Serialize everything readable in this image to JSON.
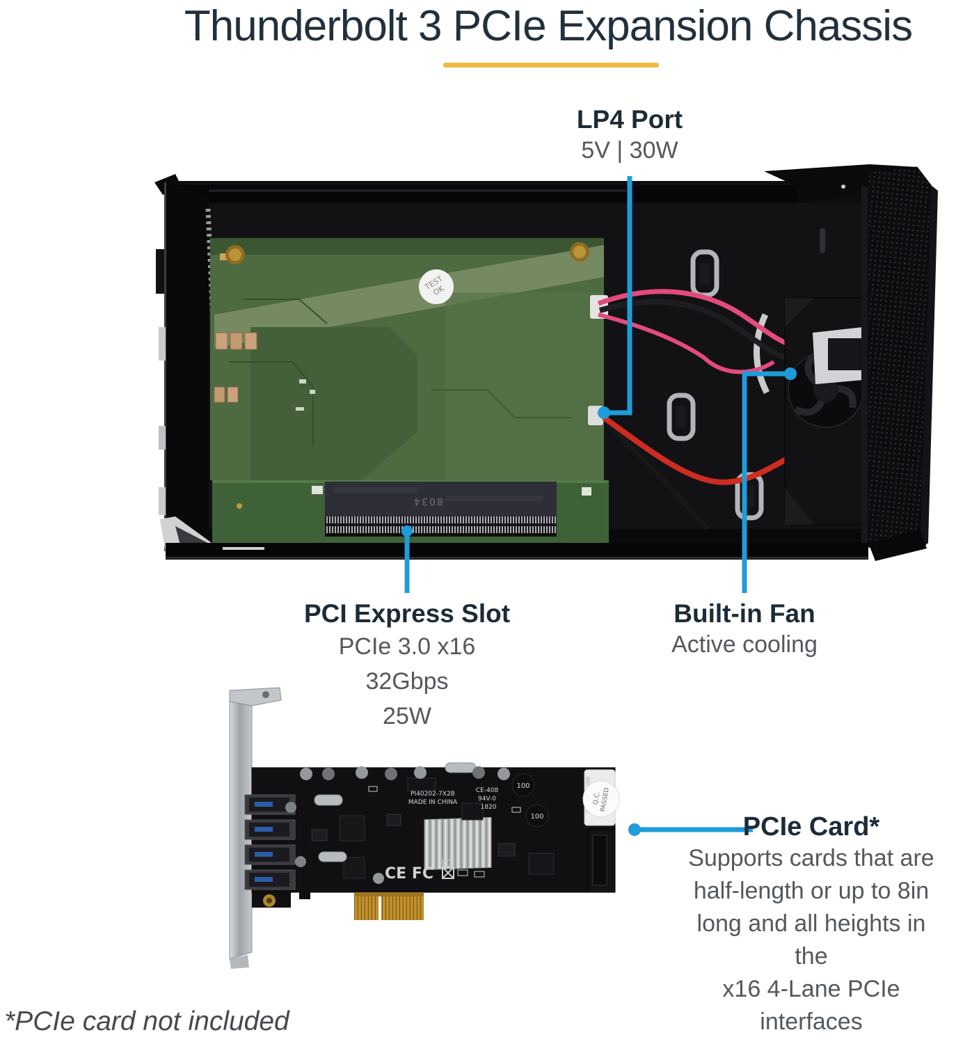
{
  "header": {
    "title": "Thunderbolt 3 PCIe Expansion Chassis"
  },
  "callouts": {
    "lp4_port": {
      "title": "LP4 Port",
      "subtitle": "5V | 30W"
    },
    "pci_express_slot": {
      "title": "PCI Express Slot",
      "lines": [
        "PCIe 3.0 x16",
        "32Gbps",
        "25W"
      ]
    },
    "built_in_fan": {
      "title": "Built-in Fan",
      "subtitle": "Active cooling"
    },
    "pcie_card": {
      "title": "PCIe Card*",
      "lines": [
        "Supports cards that are",
        "half-length or up to 8in",
        "long and all heights in the",
        "x16 4-Lane PCIe interfaces"
      ]
    }
  },
  "chassis_photo": {
    "pcb_sticker_line1": "TEST",
    "pcb_sticker_line2": "OK",
    "slot_marking": "8034"
  },
  "card_photo": {
    "model": "PI40202-7X2B",
    "origin": "MADE IN CHINA",
    "cert_code": "CE-408",
    "flammability": "94V-0",
    "date_code": "1820",
    "coil_marking": "100",
    "cert_marks": "CE FC",
    "qc_sticker_line1": "Q.C.",
    "qc_sticker_line2": "PASSED"
  },
  "footnote": "*PCIe card not included",
  "colors": {
    "accent_blue": "#1f9cd9",
    "accent_yellow": "#f0bd41",
    "title_text": "#22303d",
    "body_text": "#53585d"
  }
}
